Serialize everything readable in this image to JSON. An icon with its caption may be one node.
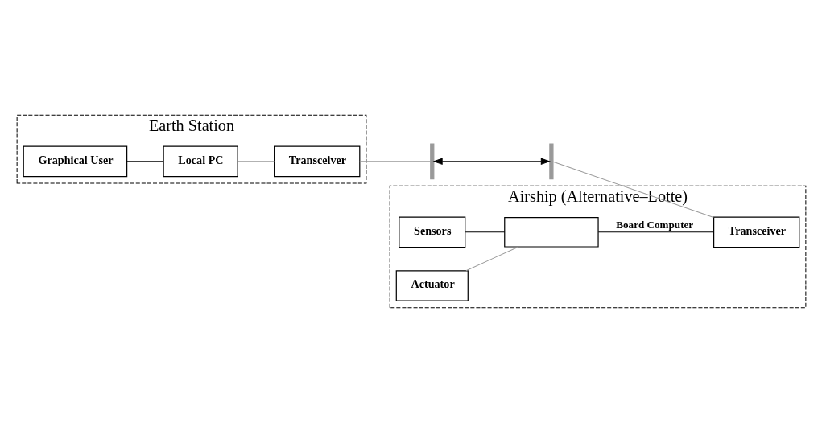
{
  "diagram": {
    "nodes": [
      {
        "text": [
          "Earth Station"
        ]
      },
      {
        "text": [
          "Graphical User"
        ],
        "in": 0
      },
      {
        "text": [
          "Local PC"
        ],
        "in": 0
      },
      {
        "text": [
          "Transceiver"
        ],
        "in": 0
      },
      {
        "text": [],
        "shape": "bar"
      },
      {
        "text": [
          "Airship (Alternative–Lotte)"
        ]
      },
      {
        "text": [
          "Sensors"
        ],
        "in": 5
      },
      {
        "text": [
          "Actuator"
        ],
        "in": 5
      },
      {
        "text": [],
        "shape": "box",
        "in": 5
      },
      {
        "text": [
          "Transceiver"
        ],
        "in": 5
      },
      {
        "text": [],
        "shape": "bar"
      }
    ],
    "edges": [
      {
        "from": 1,
        "to": 2,
        "arrow": "none"
      },
      {
        "from": 2,
        "to": 3,
        "arrow": "none",
        "color": "#999999"
      },
      {
        "from": 3,
        "to": 4,
        "arrow": "none",
        "color": "#999999"
      },
      {
        "from": 4,
        "to": 10,
        "arrow": "both"
      },
      {
        "from": 10,
        "to": 9,
        "arrow": "none",
        "color": "#999999"
      },
      {
        "from": 6,
        "to": 8,
        "arrow": "none"
      },
      {
        "from": 7,
        "to": 8,
        "arrow": "none",
        "color": "#999999"
      },
      {
        "from": 8,
        "to": 9,
        "arrow": "none",
        "label": "Board Computer"
      }
    ]
  }
}
